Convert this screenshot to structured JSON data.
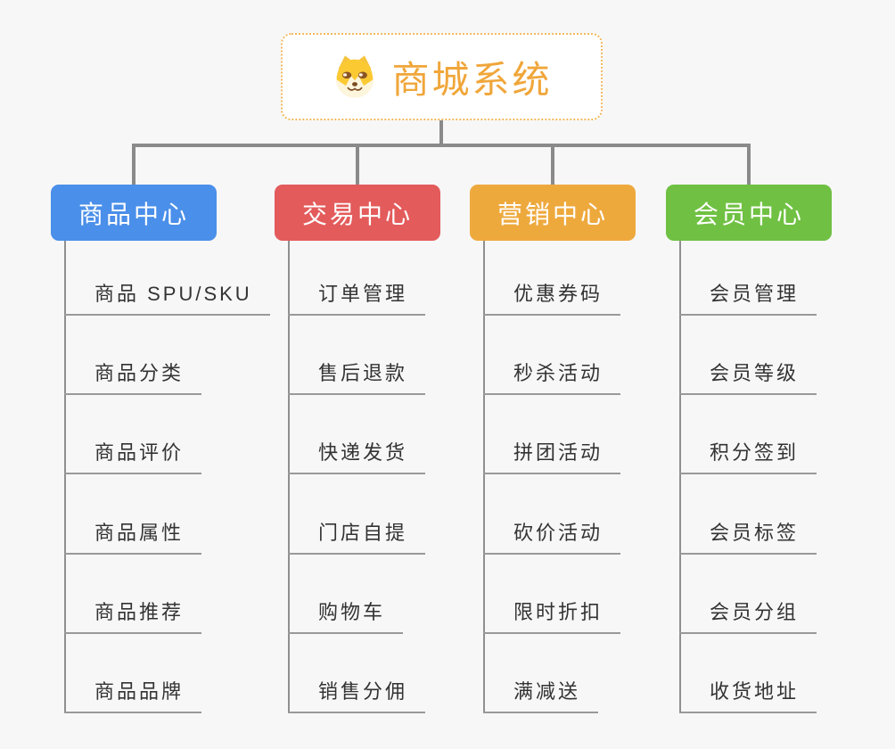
{
  "root": {
    "title": "商城系统",
    "icon": "dog-face-icon"
  },
  "branches": [
    {
      "label": "商品中心",
      "color": "#4a8fe9",
      "children": [
        "商品 SPU/SKU",
        "商品分类",
        "商品评价",
        "商品属性",
        "商品推荐",
        "商品品牌"
      ]
    },
    {
      "label": "交易中心",
      "color": "#e35b5b",
      "children": [
        "订单管理",
        "售后退款",
        "快递发货",
        "门店自提",
        "购物车",
        "销售分佣"
      ]
    },
    {
      "label": "营销中心",
      "color": "#eea93d",
      "children": [
        "优惠券码",
        "秒杀活动",
        "拼团活动",
        "砍价活动",
        "限时折扣",
        "满减送"
      ]
    },
    {
      "label": "会员中心",
      "color": "#70c143",
      "children": [
        "会员管理",
        "会员等级",
        "积分签到",
        "会员标签",
        "会员分组",
        "收货地址"
      ]
    }
  ],
  "colors": {
    "background": "#f7f7f7",
    "connector": "#8a8a8a",
    "underline": "#999999",
    "child_text": "#333333",
    "root_text": "#f0a63a",
    "root_border": "#f2b95f",
    "branch_text": "#ffffff"
  }
}
